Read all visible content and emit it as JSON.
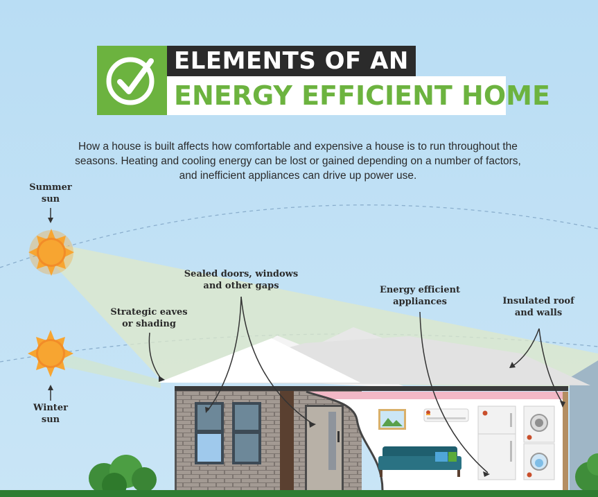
{
  "title": {
    "line1": "ELEMENTS OF AN",
    "line2": "ENERGY EFFICIENT HOME",
    "icon": "checkmark-circle-icon"
  },
  "intro": "How a house is built affects how comfortable and expensive a house is to run throughout the seasons. Heating and cooling energy can be lost or gained depending on a number of factors, and inefficient appliances can drive up power use.",
  "labels": {
    "summer_sun": [
      "Summer",
      "sun"
    ],
    "winter_sun": [
      "Winter",
      "sun"
    ],
    "eaves": [
      "Strategic eaves",
      "or shading"
    ],
    "sealed": [
      "Sealed doors, windows",
      "and other gaps"
    ],
    "appliances": [
      "Energy efficient",
      "appliances"
    ],
    "insulated": [
      "Insulated roof",
      "and walls"
    ]
  },
  "colors": {
    "sky": "#b8dcf2",
    "brand_green": "#6cb33f",
    "title_dark": "#2b2b2b",
    "sun": "#f7a531",
    "brick": "#7e7670",
    "roof": "#dcdcdc",
    "ground": "#2e7d32"
  }
}
